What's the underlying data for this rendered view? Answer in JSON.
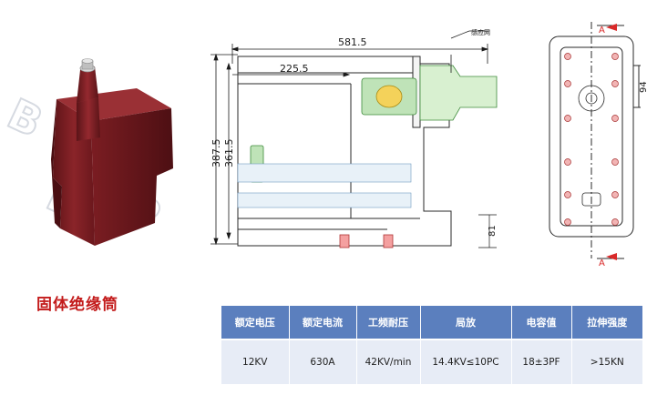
{
  "product": {
    "title": "固体绝缘筒",
    "watermark": "BPP"
  },
  "drawing": {
    "dim_width": "581.5",
    "dim_inner": "225.5",
    "dim_height": "387.5",
    "dim_height_inner": "361.5",
    "dim_side_94": "94",
    "dim_bottom_81": "81",
    "label_sensor": "感应网",
    "section_mark": "A"
  },
  "specs": {
    "headers": [
      "额定电压",
      "额定电流",
      "工频耐压",
      "局放",
      "电容值",
      "拉伸强度"
    ],
    "values": [
      "12KV",
      "630A",
      "42KV/min",
      "14.4KV≤10PC",
      "18±3PF",
      ">15KN"
    ]
  },
  "colors": {
    "header_bg": "#5b7fbe",
    "row_bg": "#e7ecf6",
    "title": "#c31b1b",
    "product_body": "#7a1e23"
  }
}
